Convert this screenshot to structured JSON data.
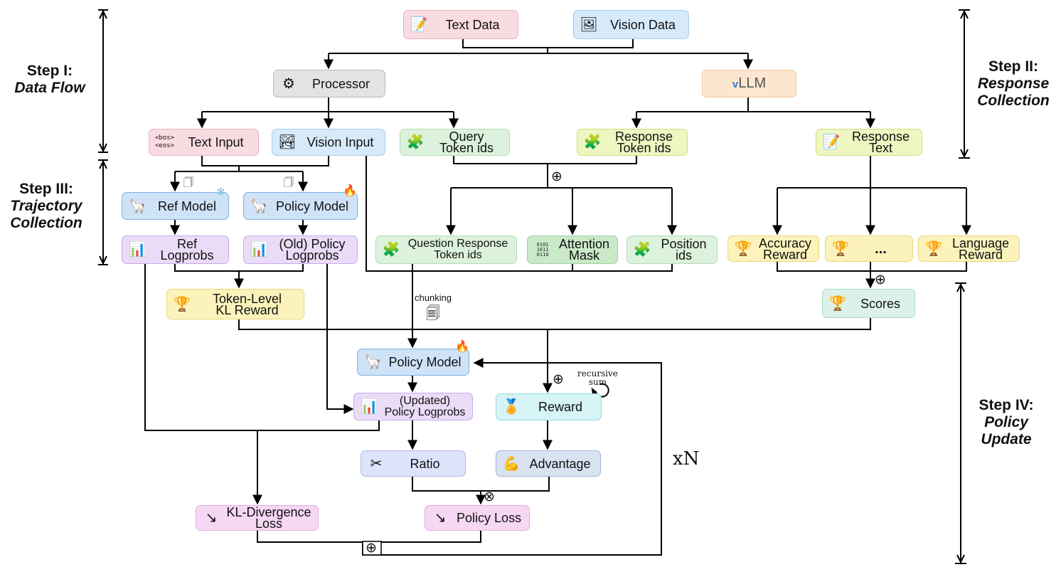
{
  "nodes": {
    "text_data": {
      "label": "Text Data"
    },
    "vision_data": {
      "label": "Vision Data"
    },
    "processor": {
      "label": "Processor"
    },
    "vllm": {
      "prefix": "v",
      "label": "LLM"
    },
    "text_input": {
      "label": "Text Input",
      "token_bos": "<bos>",
      "token_eos": "<eos>"
    },
    "vision_input": {
      "label": "Vision Input"
    },
    "query_token_ids": {
      "line1": "Query",
      "line2": "Token ids"
    },
    "response_token_ids": {
      "line1": "Response",
      "line2": "Token ids"
    },
    "response_text": {
      "line1": "Response",
      "line2": "Text"
    },
    "ref_model": {
      "label": "Ref Model"
    },
    "policy_model_top": {
      "label": "Policy Model"
    },
    "ref_logprobs": {
      "label": "Ref Logprobs"
    },
    "old_policy_logprobs": {
      "line1": "(Old) Policy",
      "line2": "Logprobs"
    },
    "question_response_token_ids": {
      "line1": "Question Response",
      "line2": "Token ids"
    },
    "attention_mask": {
      "line1": "Attention",
      "line2": "Mask"
    },
    "position_ids": {
      "line1": "Position",
      "line2": "ids"
    },
    "accuracy_reward": {
      "line1": "Accuracy",
      "line2": "Reward"
    },
    "more_rewards": {
      "label": "..."
    },
    "language_reward": {
      "line1": "Language",
      "line2": "Reward"
    },
    "token_level_kl_reward": {
      "line1": "Token-Level",
      "line2": "KL Reward"
    },
    "scores": {
      "label": "Scores"
    },
    "policy_model": {
      "label": "Policy Model"
    },
    "updated_policy_logprobs": {
      "line1": "(Updated)",
      "line2": "Policy Logprobs"
    },
    "reward": {
      "label": "Reward"
    },
    "ratio": {
      "label": "Ratio"
    },
    "advantage": {
      "label": "Advantage"
    },
    "kl_divergence_loss": {
      "line1": "KL-Divergence",
      "line2": "Loss"
    },
    "policy_loss": {
      "label": "Policy Loss"
    }
  },
  "steps": {
    "step1": {
      "title": "Step I:",
      "subtitle": "Data Flow"
    },
    "step2": {
      "title": "Step II:",
      "subtitle1": "Response",
      "subtitle2": "Collection"
    },
    "step3": {
      "title": "Step III:",
      "subtitle1": "Trajectory",
      "subtitle2": "Collection"
    },
    "step4": {
      "title": "Step IV:",
      "subtitle1": "Policy",
      "subtitle2": "Update"
    }
  },
  "annotations": {
    "chunking": "chunking",
    "recursive_sum_line1": "recursive",
    "recursive_sum_line2": "sum",
    "repeat": "xN",
    "op_concat": "⊕",
    "op_multiply": "⊗"
  },
  "icons": {
    "text_data": "notepad-icon",
    "vision_data": "image-icon",
    "processor": "gear-icon",
    "vision_input": "picture-icon",
    "token_ids": "blocks-icon",
    "response_text": "notepad-icon",
    "models": "llama-icon",
    "logprobs": "histogram-icon",
    "rewards": "trophy-icon",
    "reward": "medal-icon",
    "ratio": "scissors-icon",
    "advantage": "muscle-icon",
    "loss": "trend-down-icon",
    "frozen": "snowflake-icon",
    "trainable": "fire-icon",
    "attention_mask": "binary-grid-icon"
  }
}
